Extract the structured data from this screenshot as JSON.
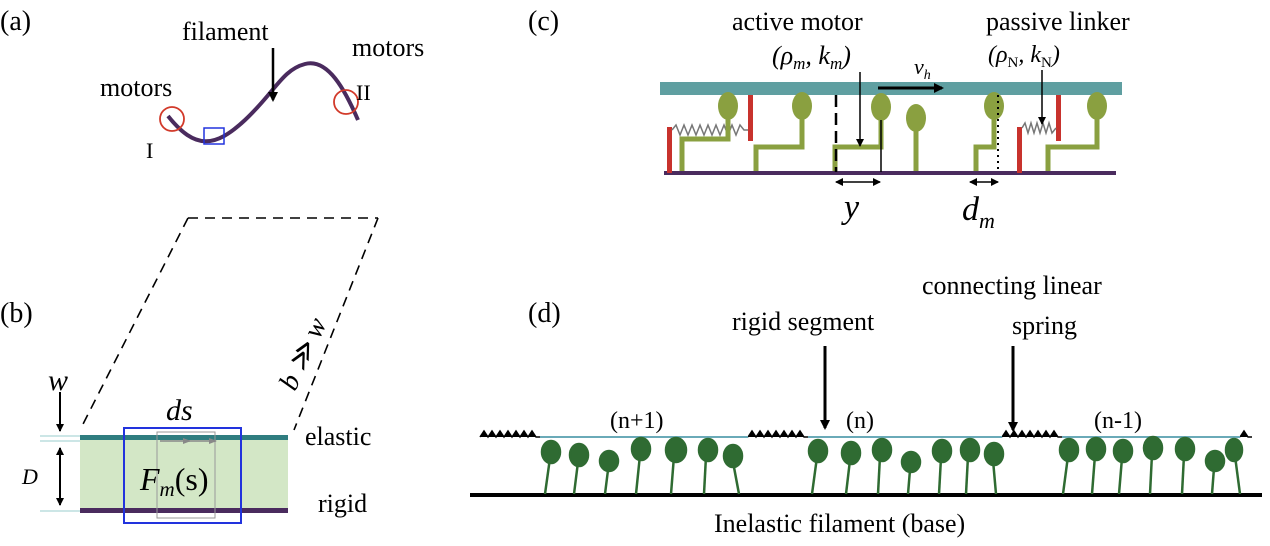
{
  "colors": {
    "filament_base": "#4a2b5e",
    "filament_top": "#5f9fa1",
    "motor_green": "#8aa040",
    "linker_red": "#c8322d",
    "bulb_green": "#2f6b32",
    "band_green": "#d3e7c6",
    "box_blue": "#2233dd",
    "circle_red": "#d23a2a"
  },
  "panel_a": {
    "tag": "(a)",
    "filament": "filament",
    "motors_left": "motors",
    "motors_right": "motors",
    "end_I": "I",
    "end_II": "II"
  },
  "panel_b": {
    "tag": "(b)",
    "w": "w",
    "D": "D",
    "ds": "ds",
    "Fm": "F",
    "Fm_sub": "m",
    "Fm_arg": "(s)",
    "elastic": "elastic",
    "rigid": "rigid",
    "b_label": "b ≫ w"
  },
  "panel_c": {
    "tag": "(c)",
    "active_motor": "active motor",
    "passive_linker": "passive linker",
    "motor_params": "(ρ",
    "motor_params_m1": "m",
    "motor_params_mid": ", k",
    "motor_params_m2": "m",
    "motor_params_end": ")",
    "linker_params": "(ρ",
    "linker_params_n1": "N",
    "linker_params_mid": ", k",
    "linker_params_n2": "N",
    "linker_params_end": ")",
    "vh": "v",
    "vh_sub": "h",
    "y": "y",
    "dm": "d",
    "dm_sub": "m"
  },
  "panel_d": {
    "tag": "(d)",
    "rigid_segment": "rigid segment",
    "connecting_line1": "connecting linear",
    "connecting_line2": "spring",
    "seg_left": "(n+1)",
    "seg_mid": "(n)",
    "seg_right": "(n-1)",
    "base_label": "Inelastic filament (base)"
  }
}
